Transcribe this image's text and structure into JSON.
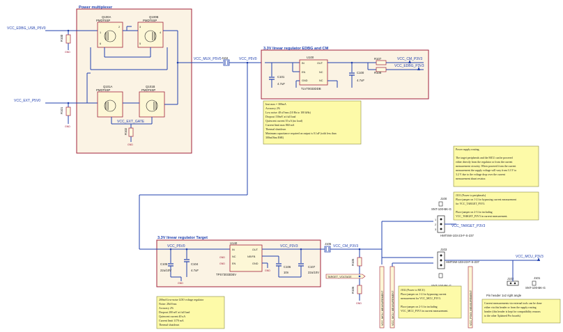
{
  "blocks": {
    "power_mux": {
      "title": "Power multiplexer"
    },
    "ldo_edbg": {
      "title": "3.3V linear regulator EDBG and CM"
    },
    "ldo_target": {
      "title": "3.3V linear regulator Target"
    }
  },
  "nets": {
    "usb": "VCC_EDBG_USB_P5V0",
    "ext": "VCC_EXT_P5V0",
    "mux": "VCC_MUX_P5V0",
    "p5v0_top": "VCC_P5V0",
    "ext_gate": "VCC_EXT_GATE",
    "cm": "VCC_CM_P3V3",
    "edbg": "VCC_EDBG_P3V3",
    "p5v0_bot": "VCC_P5V0",
    "p3v3": "VCC_P3V3",
    "cm_p3v3_bot": "VCC_CM_P3V3",
    "target_voltage": "TARGET_VOLTAGE",
    "target_p3v3": "VCC_TARGET_P3V3",
    "mcu_p3v3": "VCC_MCU_P3V3",
    "vert1": "VCC_MCU_MEASUREMENT",
    "vert2": "VCC_MCU_MEASUREMENT",
    "vert3": "VCC_P3V3_MEASUREMENT"
  },
  "components": {
    "q100a": "Q100A",
    "q100a_pn": "PMDT8SP",
    "q100b": "Q100B",
    "q100b_pn": "PMDT8SP",
    "q101a": "Q101A",
    "q101a_pn": "PMDT8SP",
    "q101b": "Q101B",
    "q101b_pn": "PMDT8SP",
    "r100": "R100",
    "r101": "R101",
    "r102": "R102",
    "j104": "J104",
    "u100": "U100",
    "u100_pn": "TLV70033DDB",
    "c101": "C101",
    "c101_val": "4.7uF",
    "c100": "C100",
    "c100_val": "4.7uF",
    "r107": "R107",
    "r108": "R108",
    "u140": "U140",
    "u140_pn": "TPS73033DBV",
    "c105": "C105",
    "c105_val": "22u/10V",
    "c104": "C104",
    "c104_val": "4.7uF",
    "c106": "C106",
    "c106_val": "10n",
    "c107": "C107",
    "c107_val": "22u/10V",
    "j105": "J105",
    "r105": "R105",
    "r106": "R106",
    "j100": "J100",
    "j100_pn": "SNT-100-BK-G",
    "j100_hdr": "HMTSW-103-23-F-S-237",
    "j103": "J103",
    "j103_pn": "SNT-100-BK-G",
    "j103_hdr": "HMTSW-103-23-F-S-237",
    "j102": "J102",
    "j101": "J101",
    "j101_pn": "SNT-100-BK-G",
    "pin_header": "Pin header 1x2 right angle"
  },
  "pins": {
    "in": "IN",
    "out": "OUT",
    "nc": "NC",
    "gnd": "GND",
    "en": "EN",
    "nr_fb": "NR/FB",
    "gnd_label": "GND"
  },
  "notes": {
    "edbg_ldo": [
      "Iout max = 300mA",
      "Accuracy 2%",
      "Low noise: 48 uVrms (10 Hz to 100 kHz)",
      "Dropout 150mV at full load",
      "Quiescent current 35 uA (no load)",
      "Current limit max 860 mA",
      "Thermal shutdown",
      "Minimum capacitance required on output is 0.1uF (with less than",
      "300mOhm ESR)"
    ],
    "target_ldo": [
      "200mA low-noise LDO voltage regulator",
      "Noise: 28uVrms",
      "Accuracy 2%",
      "Dropout 200 mV at full load",
      "Quiescent current 40 uA",
      "Current limit 1170 mA",
      "Thermal shutdown"
    ],
    "power_switch": [
      "Power supply routing.",
      "",
      "The target peripherals and the MCU can be powered",
      "either directly from the regulator or from the current",
      "measurement circuitry. When powered from the current",
      "measurement the supply voltage will vary from 3.3 V to",
      "3.2 V due to the voltage drop over the current",
      "measurement shunt resistor."
    ],
    "j101_note": [
      "J101 (Power to peripherals)",
      "Place jumper on 1-2 for bypassing current measurement",
      "for VCC_TARGET_P3V3.",
      "",
      "Place jumper on 2-3 for including",
      "VCC_TARGET_P3V3 in current measurement."
    ],
    "j102_note": [
      "J102 (Power to MCU)",
      "Place jumper on 1-2 for bypassing current",
      "measurement for VCC_MCU_P3V3.",
      "",
      "Place jumper on 2-3 for including",
      "VCC_MCU_P3V3 in current measurement."
    ],
    "header_note": [
      "Current measurements via external tools can be done",
      "either via this header or from the supply routing",
      "header (this header is kept for compatibility reasons",
      "to the other Xplained Pro boards)"
    ]
  }
}
